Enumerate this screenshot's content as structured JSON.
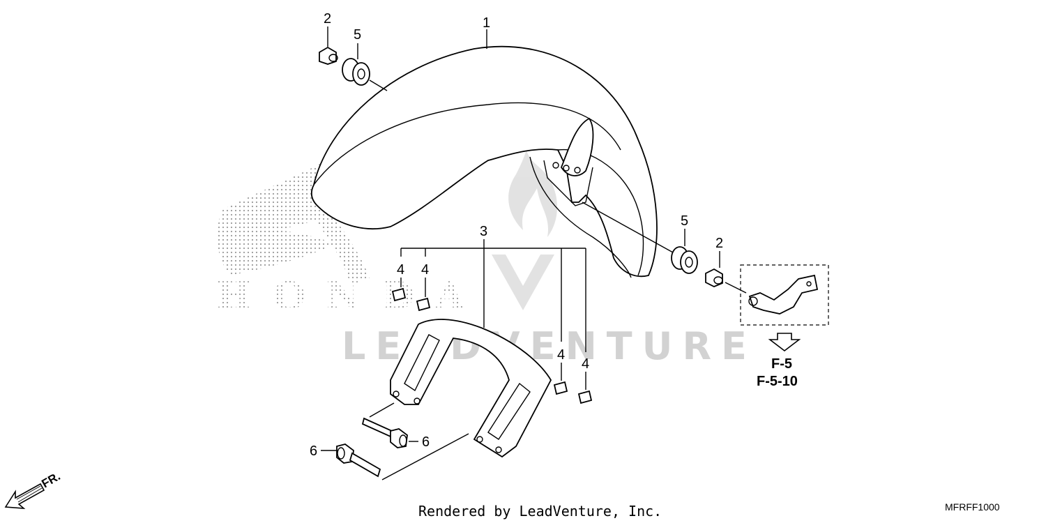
{
  "callouts": {
    "c1": "1",
    "c2a": "2",
    "c5a": "5",
    "c3": "3",
    "c4a": "4",
    "c4b": "4",
    "c4c": "4",
    "c4d": "4",
    "c5b": "5",
    "c2b": "2",
    "c6a": "6",
    "c6b": "6"
  },
  "references": {
    "ref1": "F-5",
    "ref2": "F-5-10"
  },
  "direction_label": "FR.",
  "footer_text": "Rendered by LeadVenture, Inc.",
  "diagram_code": "MFRFF1000",
  "watermark_text": "LEADVENTURE",
  "brand_logo_text": "HONDA",
  "colors": {
    "line": "#000000",
    "watermark": "#c8c8c8",
    "logo_dots": "#9a9a9a"
  }
}
